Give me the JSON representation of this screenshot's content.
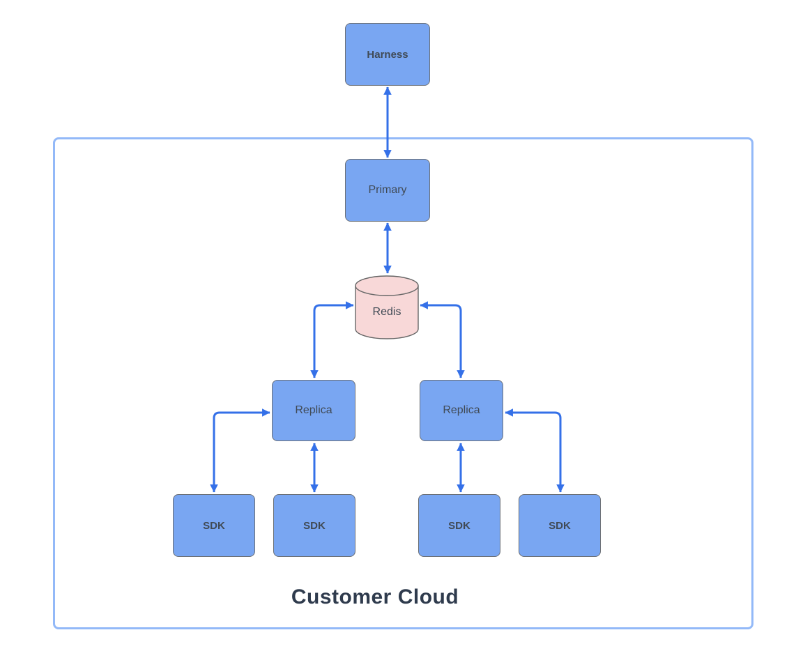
{
  "diagram": {
    "boundary": {
      "label": "Customer Cloud"
    },
    "nodes": {
      "harness": {
        "label": "Harness",
        "shape": "rectangle"
      },
      "primary": {
        "label": "Primary",
        "shape": "rectangle"
      },
      "redis": {
        "label": "Redis",
        "shape": "cylinder"
      },
      "replica_left": {
        "label": "Replica",
        "shape": "rectangle"
      },
      "replica_right": {
        "label": "Replica",
        "shape": "rectangle"
      },
      "sdk_1": {
        "label": "SDK",
        "shape": "rectangle"
      },
      "sdk_2": {
        "label": "SDK",
        "shape": "rectangle"
      },
      "sdk_3": {
        "label": "SDK",
        "shape": "rectangle"
      },
      "sdk_4": {
        "label": "SDK",
        "shape": "rectangle"
      }
    },
    "edges": [
      {
        "from": "Harness",
        "to": "Primary",
        "direction": "bidirectional",
        "style": "straight"
      },
      {
        "from": "Primary",
        "to": "Redis",
        "direction": "bidirectional",
        "style": "straight"
      },
      {
        "from": "Redis",
        "to": "Replica (left)",
        "direction": "bidirectional",
        "style": "elbow"
      },
      {
        "from": "Redis",
        "to": "Replica (right)",
        "direction": "bidirectional",
        "style": "elbow"
      },
      {
        "from": "Replica (left)",
        "to": "SDK 1",
        "direction": "bidirectional",
        "style": "elbow"
      },
      {
        "from": "Replica (left)",
        "to": "SDK 2",
        "direction": "bidirectional",
        "style": "straight"
      },
      {
        "from": "Replica (right)",
        "to": "SDK 3",
        "direction": "bidirectional",
        "style": "straight"
      },
      {
        "from": "Replica (right)",
        "to": "SDK 4",
        "direction": "bidirectional",
        "style": "elbow"
      }
    ],
    "colors": {
      "node_fill": "#79a6f2",
      "node_stroke": "#6b7077",
      "cylinder_fill": "#f8d8d8",
      "cylinder_stroke": "#666666",
      "connector": "#3470e8",
      "boundary_stroke": "#93b9f8",
      "node_label": "#404a55",
      "boundary_label": "#2f3b4d"
    }
  }
}
